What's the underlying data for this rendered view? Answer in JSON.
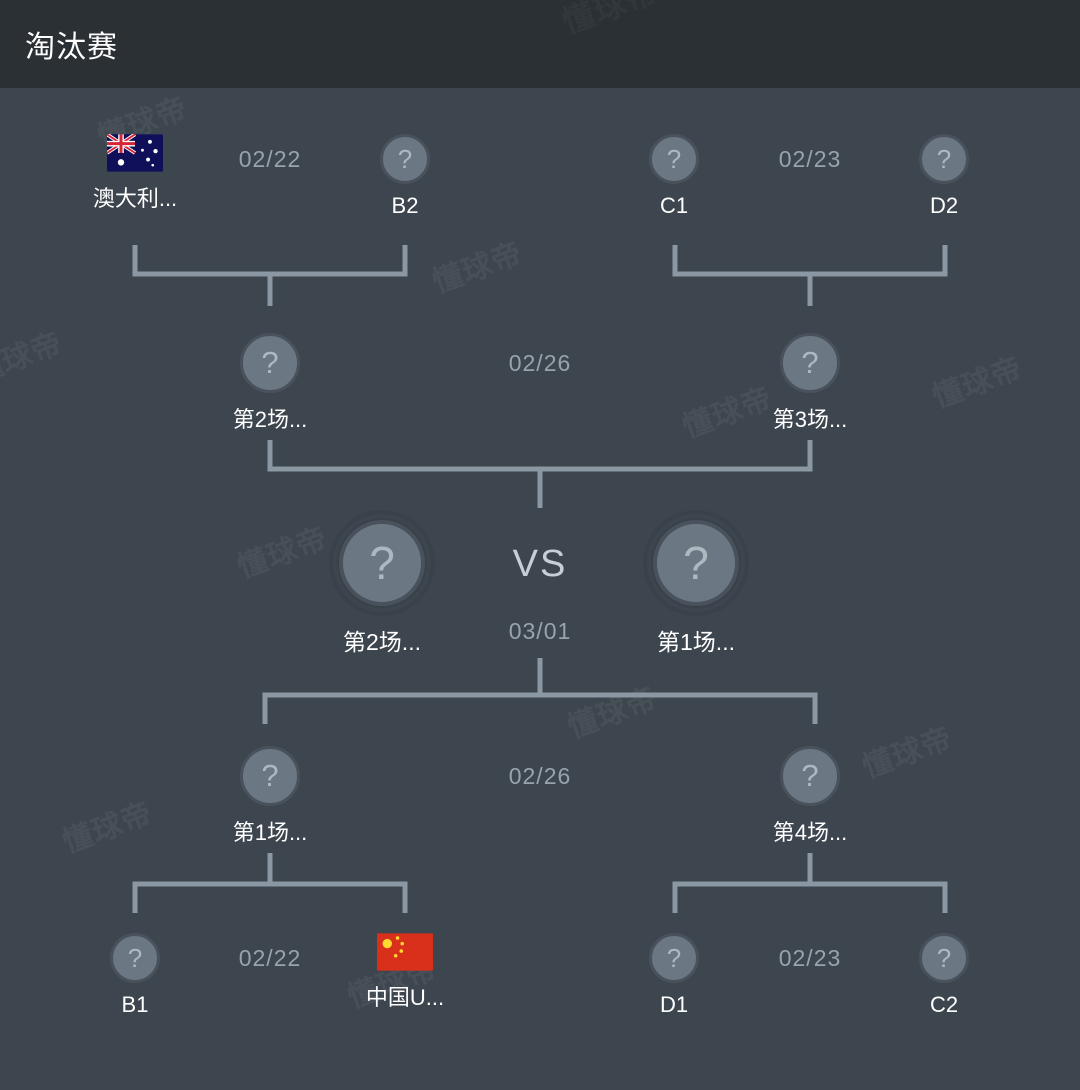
{
  "header": {
    "title": "淘汰赛"
  },
  "watermark": {
    "text": "懂球帝"
  },
  "icons": {
    "unknown": "?",
    "vs": "VS"
  },
  "colors": {
    "header_bg": "#2b3035",
    "body_bg": "#3d454e",
    "line": "#8b97a2",
    "badge_fill": "#6b7883",
    "badge_ring": "#49525c",
    "label": "#ffffff",
    "date": "#99a3ad"
  },
  "bracket": {
    "rounds": [
      {
        "name": "quarterfinal-top",
        "matches": [
          {
            "id": "qf-top-left",
            "date": "02/22",
            "home": {
              "label": "澳大利...",
              "icon": "flag-australia",
              "placeholder": false
            },
            "away": {
              "label": "B2",
              "icon": "unknown",
              "placeholder": true
            }
          },
          {
            "id": "qf-top-right",
            "date": "02/23",
            "home": {
              "label": "C1",
              "icon": "unknown",
              "placeholder": true
            },
            "away": {
              "label": "D2",
              "icon": "unknown",
              "placeholder": true
            }
          }
        ]
      },
      {
        "name": "semifinal-top",
        "matches": [
          {
            "id": "sf-top",
            "date": "02/26",
            "home": {
              "label": "第2场...",
              "icon": "unknown",
              "placeholder": true
            },
            "away": {
              "label": "第3场...",
              "icon": "unknown",
              "placeholder": true
            }
          }
        ]
      },
      {
        "name": "final",
        "matches": [
          {
            "id": "final",
            "date": "03/01",
            "vs": "VS",
            "home": {
              "label": "第2场...",
              "icon": "unknown",
              "placeholder": true
            },
            "away": {
              "label": "第1场...",
              "icon": "unknown",
              "placeholder": true
            }
          }
        ]
      },
      {
        "name": "semifinal-bottom",
        "matches": [
          {
            "id": "sf-bottom",
            "date": "02/26",
            "home": {
              "label": "第1场...",
              "icon": "unknown",
              "placeholder": true
            },
            "away": {
              "label": "第4场...",
              "icon": "unknown",
              "placeholder": true
            }
          }
        ]
      },
      {
        "name": "quarterfinal-bottom",
        "matches": [
          {
            "id": "qf-bot-left",
            "date": "02/22",
            "home": {
              "label": "B1",
              "icon": "unknown",
              "placeholder": true
            },
            "away": {
              "label": "中国U...",
              "icon": "flag-china",
              "placeholder": false
            }
          },
          {
            "id": "qf-bot-right",
            "date": "02/23",
            "home": {
              "label": "D1",
              "icon": "unknown",
              "placeholder": true
            },
            "away": {
              "label": "C2",
              "icon": "unknown",
              "placeholder": true
            }
          }
        ]
      }
    ]
  }
}
